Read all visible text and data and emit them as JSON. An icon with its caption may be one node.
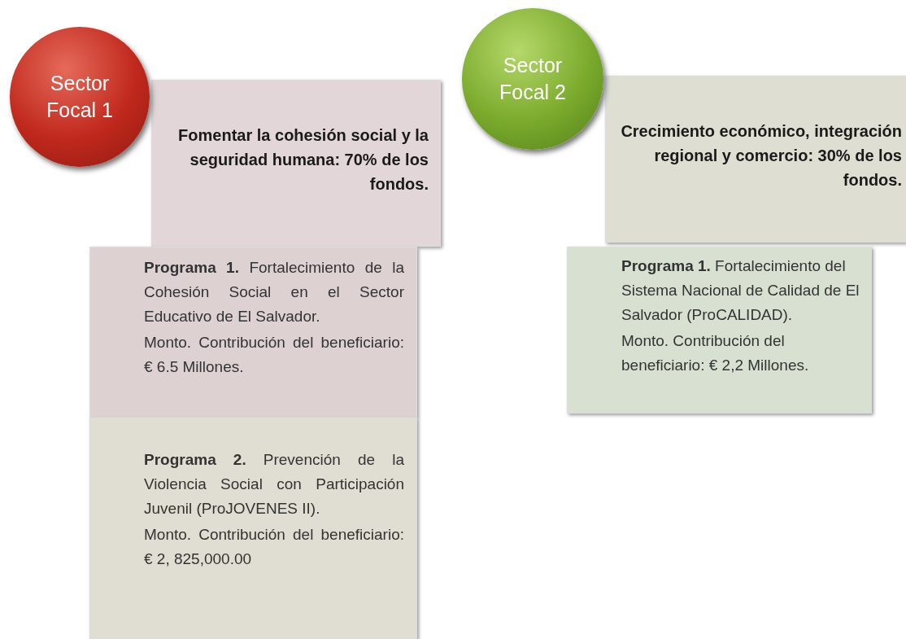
{
  "diagram": {
    "nodes": [
      {
        "text": [
          "Sector Focal 1"
        ]
      },
      {
        "text": [
          "Fomentar la cohesión social y la seguridad humana: 70% de los fondos."
        ]
      },
      {
        "text": [
          "**Programa 1.** Fortalecimiento de la Cohesión Social en el Sector Educativo de El Salvador.",
          "Monto. Contribución del beneficiario: € 6.5 Millones."
        ]
      },
      {
        "text": [
          "**Programa 2.** Prevención de la Violencia Social con Participación Juvenil (ProJOVENES II).",
          "Monto. Contribución del beneficiario: € 2, 825,000.00"
        ]
      },
      {
        "text": [
          "Sector Focal 2"
        ]
      },
      {
        "text": [
          "Crecimiento económico, integración regional y comercio: 30% de los fondos."
        ]
      },
      {
        "text": [
          "**Programa 1.** Fortalecimiento del Sistema Nacional de Calidad de El Salvador (ProCALIDAD).",
          "Monto. Contribución del beneficiario: € 2,2 Millones."
        ]
      }
    ]
  }
}
